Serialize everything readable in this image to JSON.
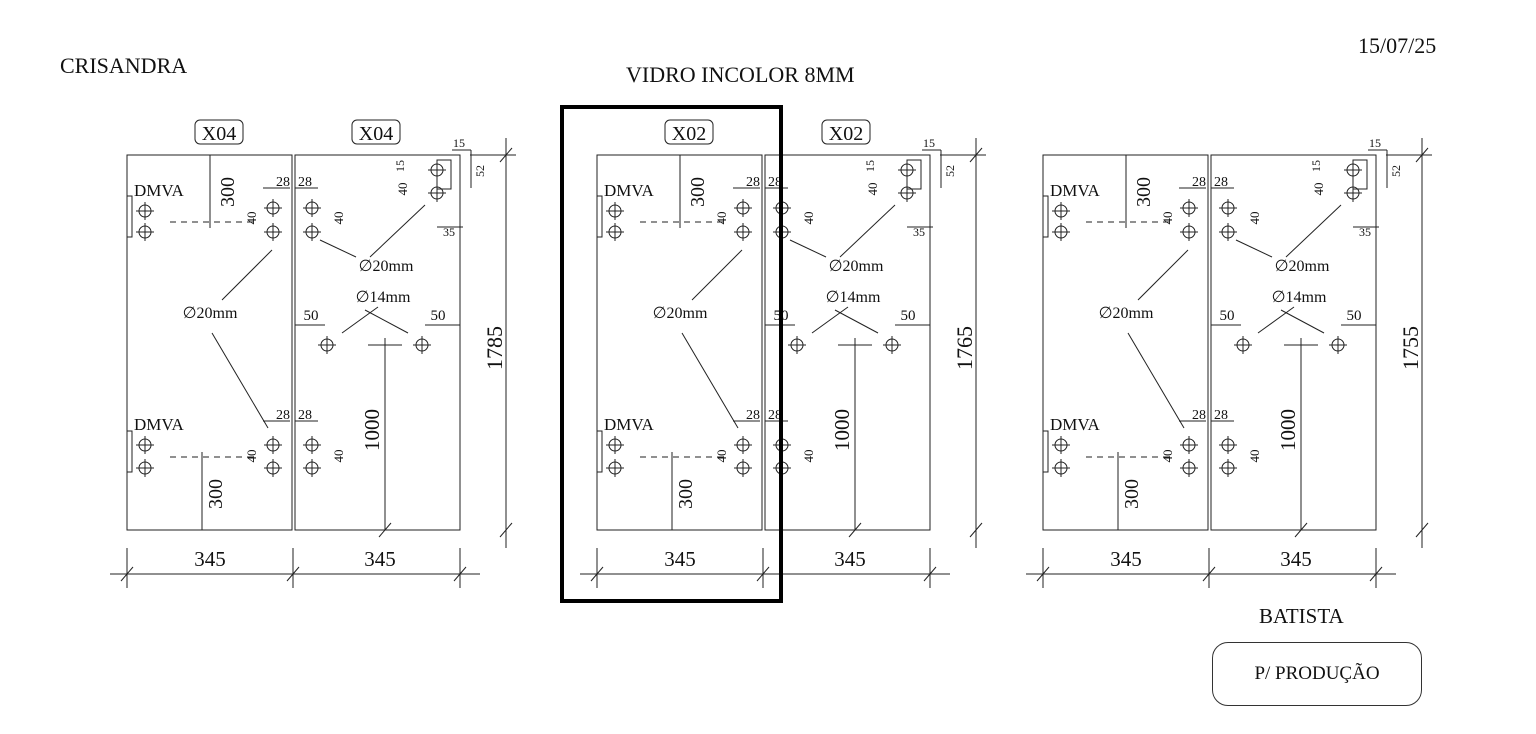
{
  "header": {
    "client": "CRISANDRA",
    "glass_spec": "VIDRO INCOLOR 8MM",
    "date": "15/07/25"
  },
  "sets": [
    {
      "left_code": "X04",
      "right_code": "X04",
      "left_width": "345",
      "right_width": "345",
      "height": "1785",
      "left_hole_label": "∅20mm",
      "right_hole_label": "∅20mm",
      "small_hole_label": "∅14mm",
      "hinge_label_top": "DMVA",
      "hinge_label_bottom": "DMVA",
      "d300": "300",
      "d1000": "1000",
      "d28": "28",
      "d40": "40",
      "d50": "50",
      "d15": "15",
      "d52": "52",
      "d35": "35"
    },
    {
      "left_code": "X02",
      "right_code": "X02",
      "left_width": "345",
      "right_width": "345",
      "height": "1765",
      "left_hole_label": "∅20mm",
      "right_hole_label": "∅20mm",
      "small_hole_label": "∅14mm",
      "hinge_label_top": "DMVA",
      "hinge_label_bottom": "DMVA",
      "d300": "300",
      "d1000": "1000",
      "d28": "28",
      "d40": "40",
      "d50": "50",
      "d15": "15",
      "d52": "52",
      "d35": "35"
    },
    {
      "left_code": "",
      "right_code": "",
      "left_width": "345",
      "right_width": "345",
      "height": "1755",
      "left_hole_label": "∅20mm",
      "right_hole_label": "∅20mm",
      "small_hole_label": "∅14mm",
      "hinge_label_top": "DMVA",
      "hinge_label_bottom": "DMVA",
      "d300": "300",
      "d1000": "1000",
      "d28": "28",
      "d40": "40",
      "d50": "50",
      "d15": "15",
      "d52": "52",
      "d35": "35"
    }
  ],
  "footer": {
    "installer": "BATISTA",
    "production_button": "P/ PRODUÇÃO"
  }
}
